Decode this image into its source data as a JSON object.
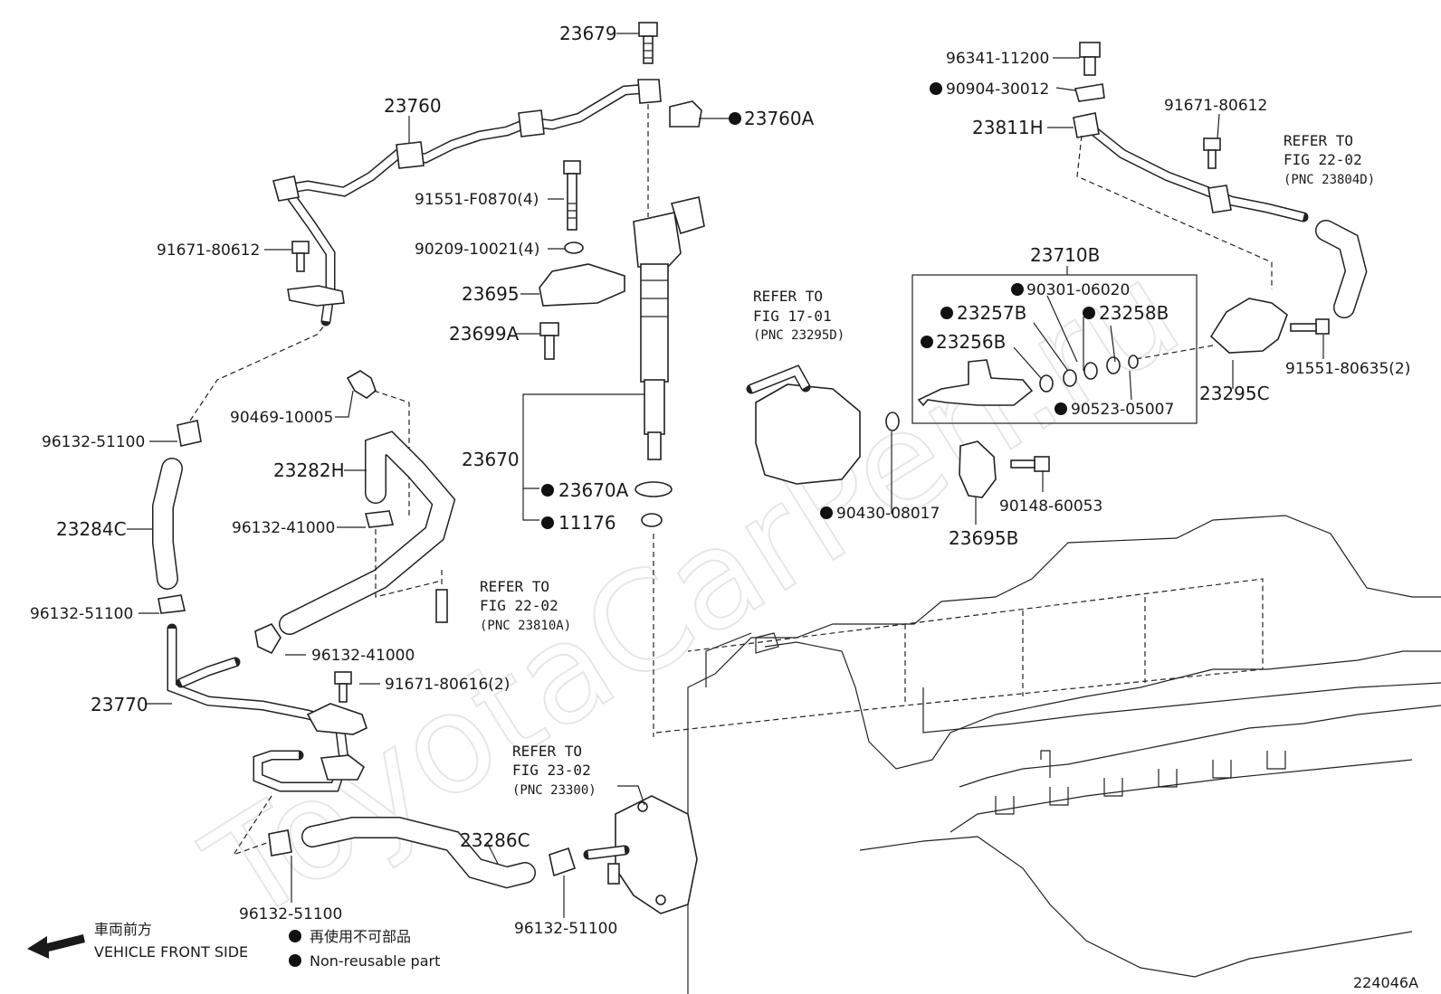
{
  "watermark": "ToyotaCarPen.ru",
  "diagram_code": "224046A",
  "legend": {
    "direction_jp": "車両前方",
    "direction_en": "VEHICLE FRONT SIDE",
    "nonreusable_jp": "再使用不可部品",
    "nonreusable_en": "Non-reusable part"
  },
  "parts": {
    "p23679": "23679",
    "p23760": "23760",
    "p23760A": "23760A",
    "p91551F0870": "91551-F0870(4)",
    "p90209": "90209-10021(4)",
    "p91671_80612_left": "91671-80612",
    "p23695": "23695",
    "p23699A": "23699A",
    "p90469": "90469-10005",
    "p96132_51100_a": "96132-51100",
    "p23282H": "23282H",
    "p23670": "23670",
    "p23670A": "23670A",
    "p11176": "11176",
    "p23284C": "23284C",
    "p96132_41000_a": "96132-41000",
    "p96132_51100_b": "96132-51100",
    "p96132_41000_b": "96132-41000",
    "p23770": "23770",
    "p91671_80616": "91671-80616(2)",
    "p23286C": "23286C",
    "p96132_51100_c": "96132-51100",
    "p96132_51100_d": "96132-51100",
    "p96341": "96341-11200",
    "p90904": "90904-30012",
    "p23811H": "23811H",
    "p91671_80612_right": "91671-80612",
    "p23710B": "23710B",
    "p90301": "90301-06020",
    "p23257B": "23257B",
    "p23258B": "23258B",
    "p23256B": "23256B",
    "p90523": "90523-05007",
    "p23295C": "23295C",
    "p91551_80635": "91551-80635(2)",
    "p90430": "90430-08017",
    "p90148": "90148-60053",
    "p23695B": "23695B"
  },
  "refs": {
    "r17_01": {
      "l1": "REFER TO",
      "l2": "FIG 17-01",
      "l3": "(PNC 23295D)"
    },
    "r22_02_a": {
      "l1": "REFER TO",
      "l2": "FIG 22-02",
      "l3": "(PNC 23804D)"
    },
    "r22_02_b": {
      "l1": "REFER TO",
      "l2": "FIG 22-02",
      "l3": "(PNC 23810A)"
    },
    "r23_02": {
      "l1": "REFER TO",
      "l2": "FIG 23-02",
      "l3": "(PNC 23300)"
    }
  }
}
